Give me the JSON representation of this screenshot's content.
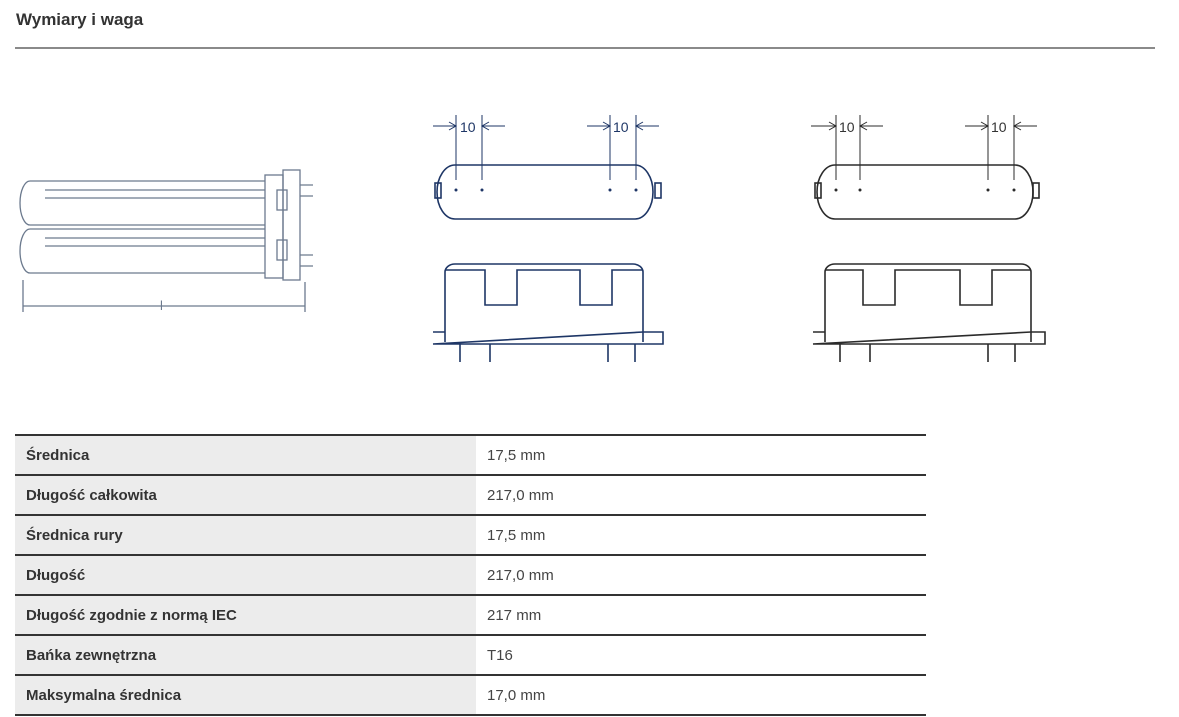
{
  "section_title": "Wymiary i waga",
  "diagram": {
    "length_label": "l",
    "pin_spacing_label": "10"
  },
  "specs": [
    {
      "label": "Średnica",
      "value": "17,5 mm"
    },
    {
      "label": "Długość całkowita",
      "value": "217,0 mm"
    },
    {
      "label": "Średnica rury",
      "value": "17,5 mm"
    },
    {
      "label": "Długość",
      "value": "217,0 mm"
    },
    {
      "label": "Długość zgodnie z normą IEC",
      "value": "217 mm"
    },
    {
      "label": "Bańka zewnętrzna",
      "value": "T16"
    },
    {
      "label": "Maksymalna średnica",
      "value": "17,0 mm"
    }
  ]
}
